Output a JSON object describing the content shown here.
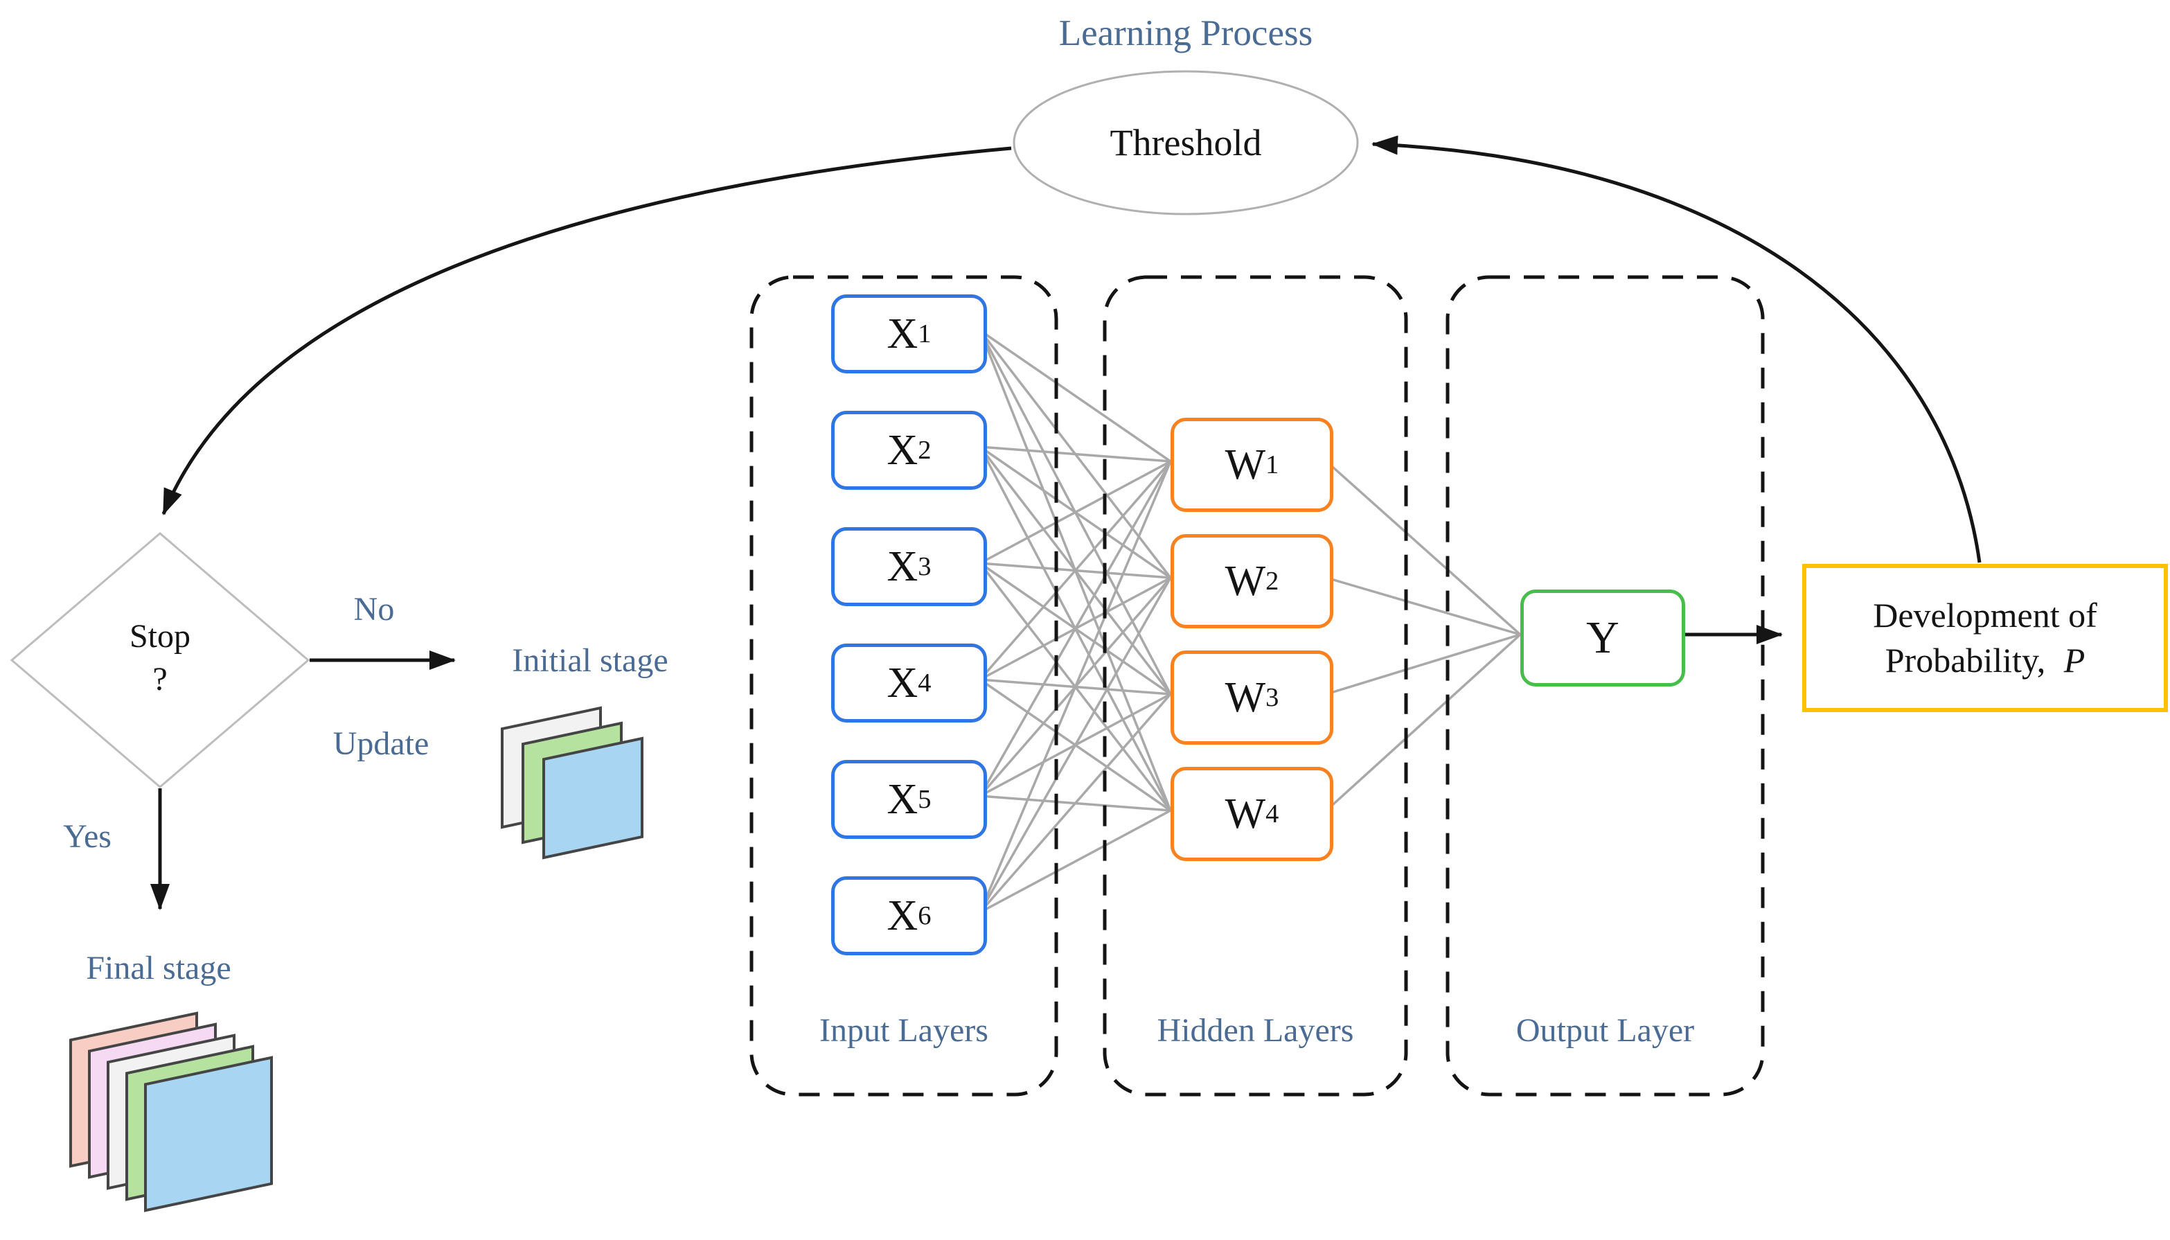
{
  "learning_process": {
    "label": "Learning Process"
  },
  "threshold": {
    "label": "Threshold"
  },
  "decision": {
    "line1": "Stop",
    "line2": "?",
    "no_label": "No",
    "yes_label": "Yes",
    "update_label": "Update"
  },
  "stages": {
    "initial_label": "Initial stage",
    "final_label": "Final stage",
    "initial_icon": "layers-stack-icon",
    "final_icon": "layers-stack-icon"
  },
  "layers": {
    "input": {
      "title": "Input Layers",
      "nodes": [
        {
          "base": "X",
          "sub": "1"
        },
        {
          "base": "X",
          "sub": "2"
        },
        {
          "base": "X",
          "sub": "3"
        },
        {
          "base": "X",
          "sub": "4"
        },
        {
          "base": "X",
          "sub": "5"
        },
        {
          "base": "X",
          "sub": "6"
        }
      ]
    },
    "hidden": {
      "title": "Hidden Layers",
      "nodes": [
        {
          "base": "W",
          "sub": "1"
        },
        {
          "base": "W",
          "sub": "2"
        },
        {
          "base": "W",
          "sub": "3"
        },
        {
          "base": "W",
          "sub": "4"
        }
      ]
    },
    "output": {
      "title": "Output Layer",
      "nodes": [
        {
          "base": "Y",
          "sub": ""
        }
      ]
    }
  },
  "development": {
    "line1": "Development of",
    "line2": "Probability,",
    "variable": "P"
  },
  "colors": {
    "input_node_border": "#2e75e6",
    "hidden_node_border": "#f8821f",
    "output_node_border": "#49bd49",
    "development_border": "#ffc103",
    "label_text": "#4a6b93",
    "node_text": "#141414",
    "connection_gray": "#a9a9a9",
    "shape_outline_gray": "#b3b3b3",
    "arrow_black": "#151515",
    "panel_salmon": "#f8cdc3",
    "panel_pink": "#f6d9f2",
    "panel_white": "#f2f2f2",
    "panel_green": "#b5e39f",
    "panel_blue": "#a7d5f2"
  }
}
